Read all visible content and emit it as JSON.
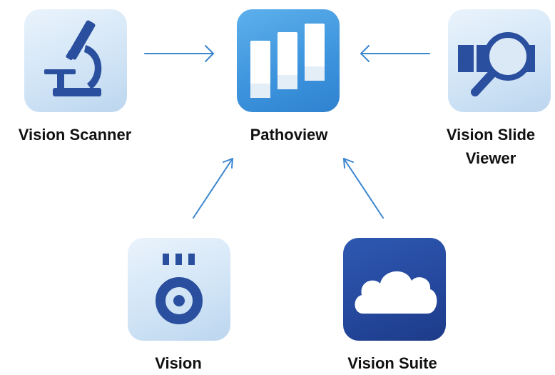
{
  "nodes": {
    "scanner": {
      "label": "Vision Scanner",
      "icon": "microscope-icon"
    },
    "pathoview": {
      "label": "Pathoview",
      "icon": "bar-chart-icon"
    },
    "slide_viewer": {
      "label": "Vision Slide Viewer",
      "icon": "magnifier-slide-icon"
    },
    "vision": {
      "label": "Vision",
      "icon": "camera-icon"
    },
    "suite": {
      "label": "Vision Suite",
      "icon": "cloud-icon"
    }
  },
  "edges": [
    {
      "from": "Vision Scanner",
      "to": "Pathoview"
    },
    {
      "from": "Vision Slide Viewer",
      "to": "Pathoview"
    },
    {
      "from": "Vision",
      "to": "Pathoview"
    },
    {
      "from": "Vision Suite",
      "to": "Pathoview"
    }
  ],
  "colors": {
    "arrow": "#3a86cf",
    "icon_dark": "#2a4f9e",
    "pathoview_bg": "#3c93dc",
    "suite_bg": "#24479c",
    "light_tile_bg": "#d2e5f6"
  }
}
